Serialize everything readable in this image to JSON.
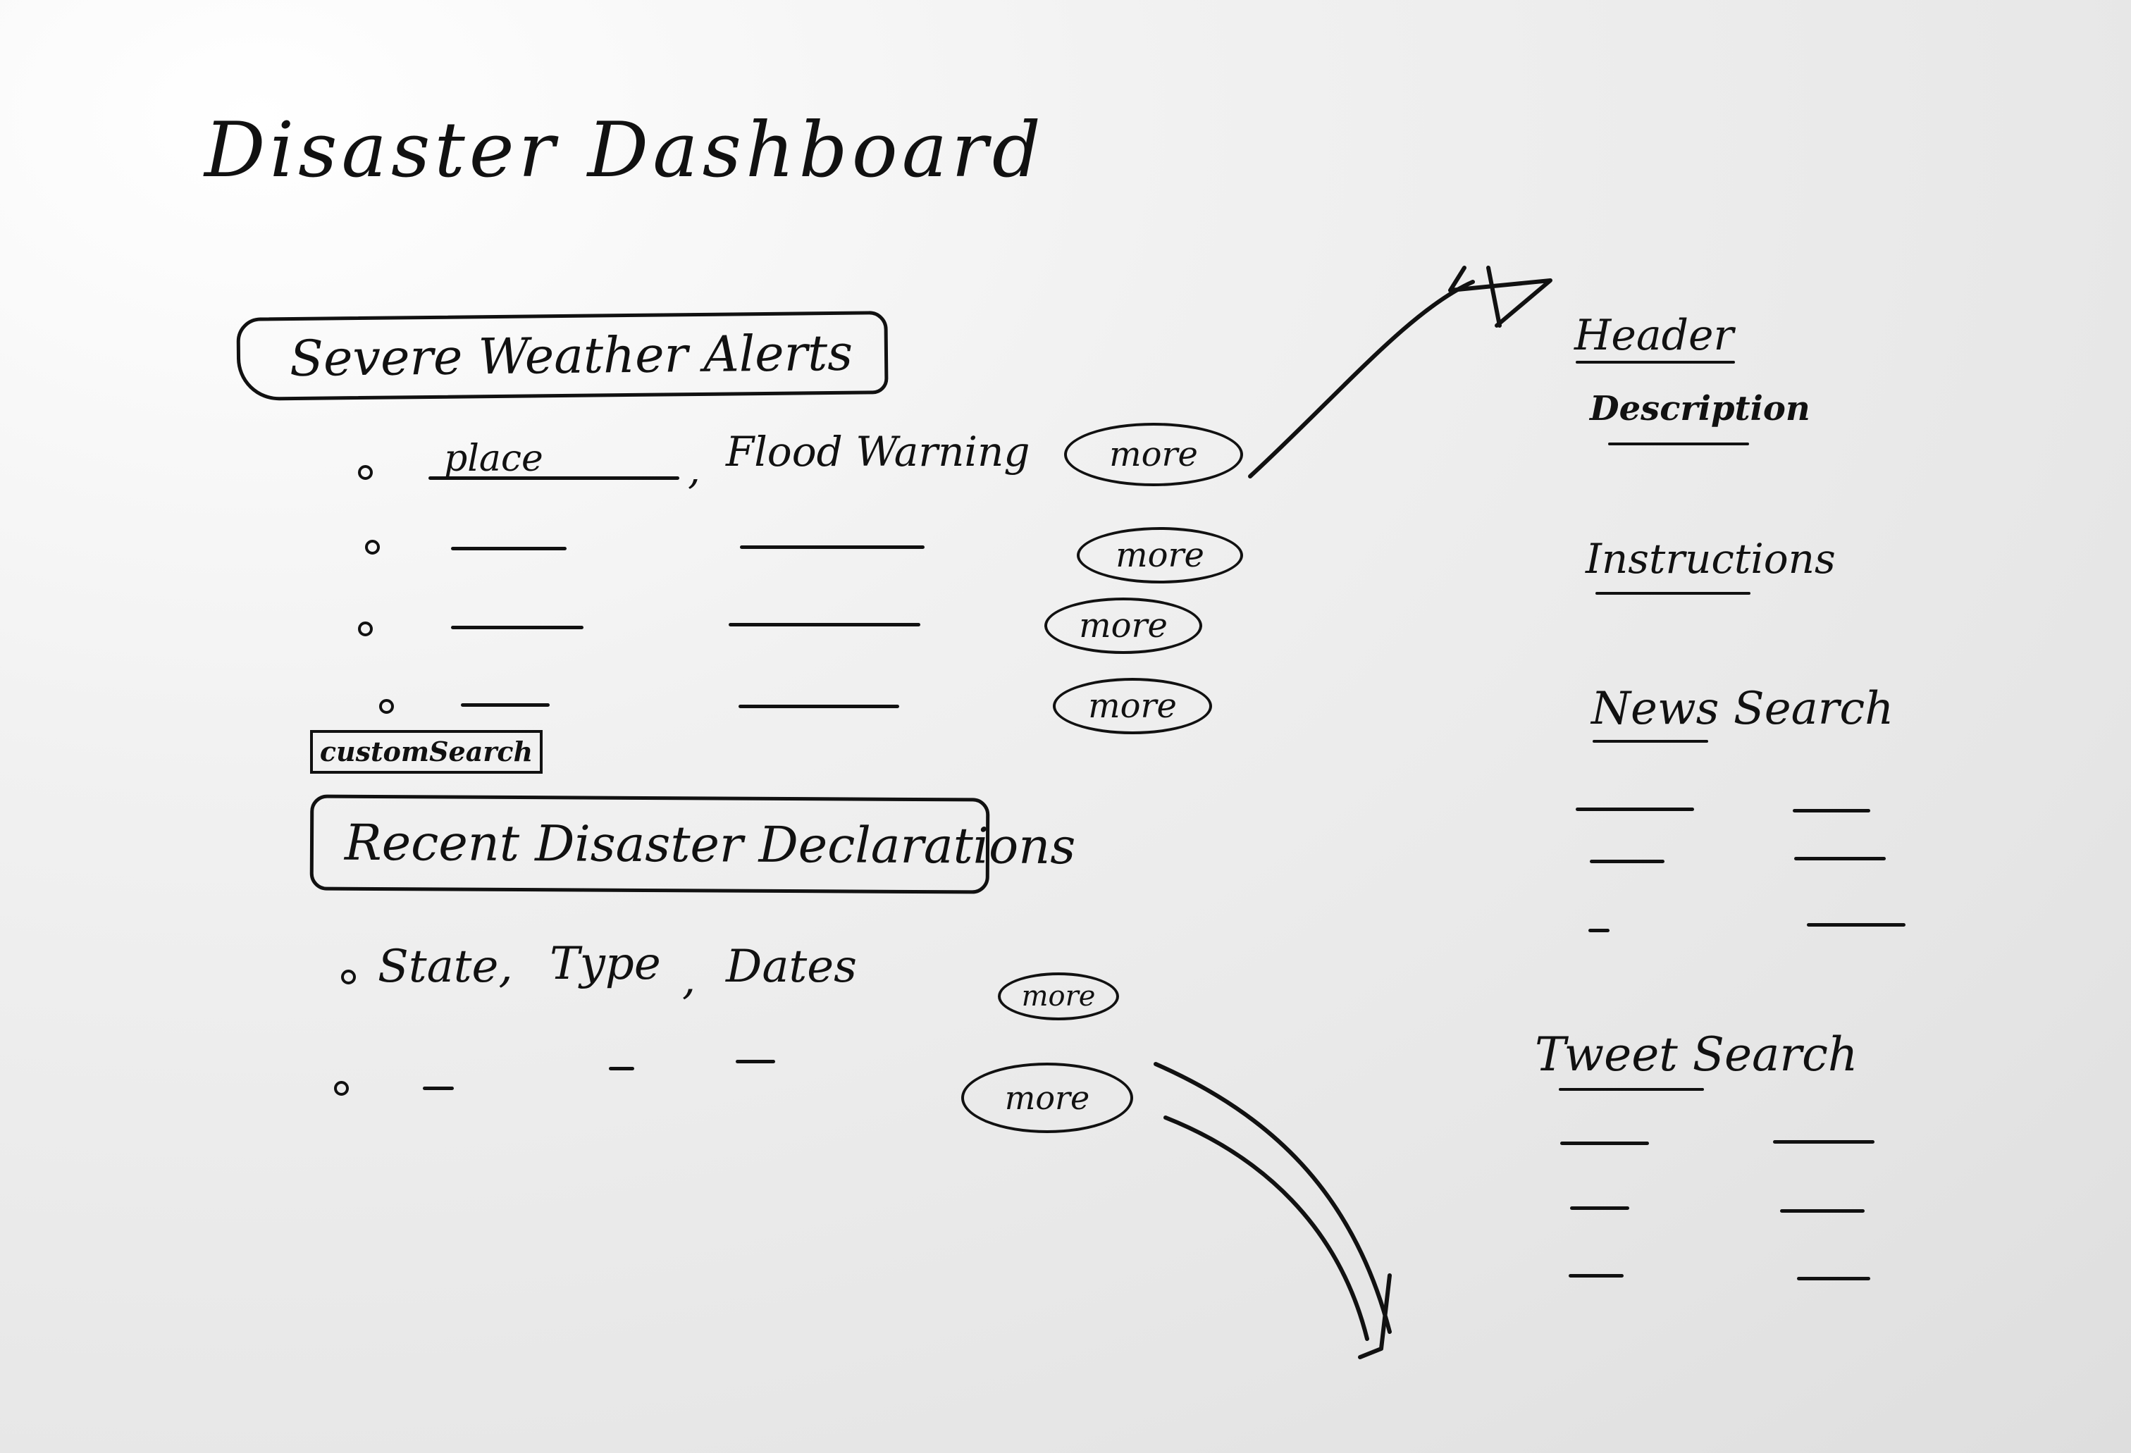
{
  "title": "Disaster Dashboard",
  "severe_weather": {
    "heading": "Severe Weather Alerts",
    "first_row": {
      "place": "place",
      "separator": ",",
      "alert": "Flood Warning"
    },
    "more_label": "more",
    "custom_search_label": "customSearch"
  },
  "disaster_declarations": {
    "heading": "Recent Disaster Declarations",
    "first_row": {
      "state": "State,",
      "type": "Type",
      "separator": ",",
      "dates": "Dates"
    },
    "more_label": "more"
  },
  "detail_panel": {
    "header_label": "Header",
    "description_label": "Description",
    "instructions_label": "Instructions",
    "news_search_label": "News Search",
    "tweet_search_label": "Tweet Search"
  }
}
